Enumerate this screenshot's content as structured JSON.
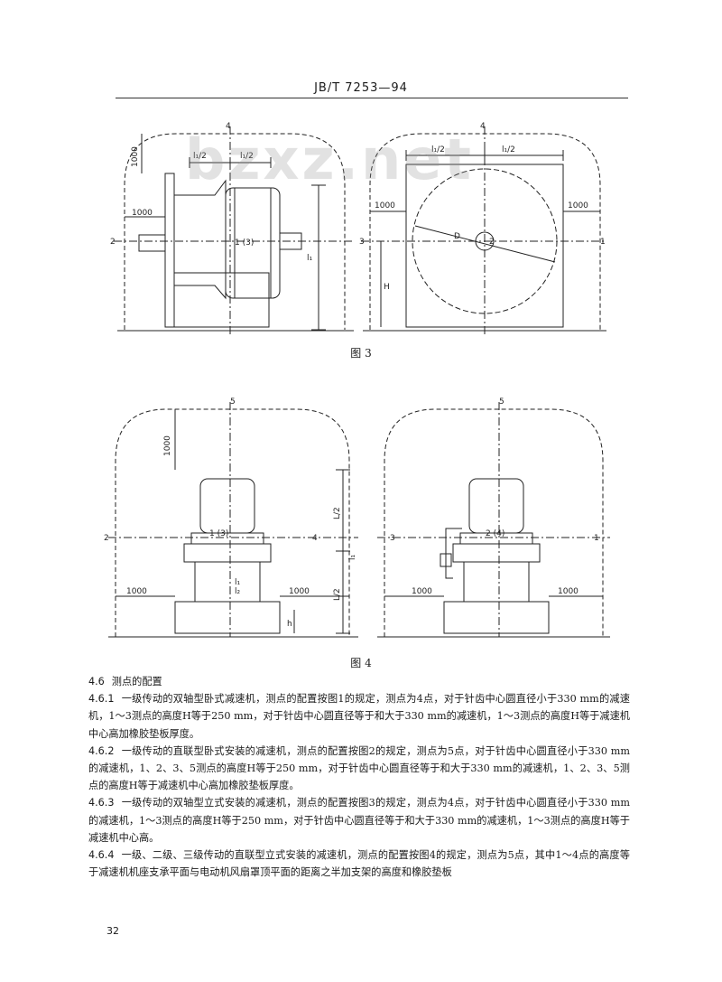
{
  "header": "JB/T 7253—94",
  "watermark": "bzxz.net",
  "fig3": {
    "caption": "图 3",
    "d1000": "1000",
    "l_half": "l₁/2",
    "l1": "l₁",
    "H": "H",
    "D": "D",
    "pt1": "1",
    "pt1_3": "1 (3)",
    "pt2": "2",
    "pt3": "3",
    "pt4": "4"
  },
  "fig4": {
    "caption": "图 4",
    "d1000": "1000",
    "L_half": "L/2",
    "l1": "l₁",
    "l2": "l₂",
    "h": "h",
    "pt1": "1",
    "pt1_3": "1 (3)",
    "pt2": "2",
    "pt2_4": "2 (4)",
    "pt3": "3",
    "pt4": "4",
    "pt5": "5"
  },
  "section": {
    "num": "4.6",
    "title": "测点的配置"
  },
  "paragraphs": [
    {
      "num": "4.6.1",
      "text": "一级传动的双轴型卧式减速机，测点的配置按图1的规定，测点为4点，对于针齿中心圆直径小于330 mm的减速机，1～3测点的高度H等于250 mm，对于针齿中心圆直径等于和大于330 mm的减速机，1～3测点的高度H等于减速机中心高加橡胶垫板厚度。"
    },
    {
      "num": "4.6.2",
      "text": "一级传动的直联型卧式安装的减速机，测点的配置按图2的规定，测点为5点，对于针齿中心圆直径小于330 mm的减速机，1、2、3、5测点的高度H等于250 mm，对于针齿中心圆直径等于和大于330 mm的减速机，1、2、3、5测点的高度H等于减速机中心高加橡胶垫板厚度。"
    },
    {
      "num": "4.6.3",
      "text": "一级传动的双轴型立式安装的减速机，测点的配置按图3的规定，测点为4点，对于针齿中心圆直径小于330 mm的减速机，1～3测点的高度H等于250 mm，对于针齿中心圆直径等于和大于330 mm的减速机，1～3测点的高度H等于减速机中心高。"
    },
    {
      "num": "4.6.4",
      "text": "一级、二级、三级传动的直联型立式安装的减速机，测点的配置按图4的规定，测点为5点，其中1～4点的高度等于减速机机座支承平面与电动机风扇罩顶平面的距离之半加支架的高度和橡胶垫板"
    }
  ],
  "page_number": "32"
}
